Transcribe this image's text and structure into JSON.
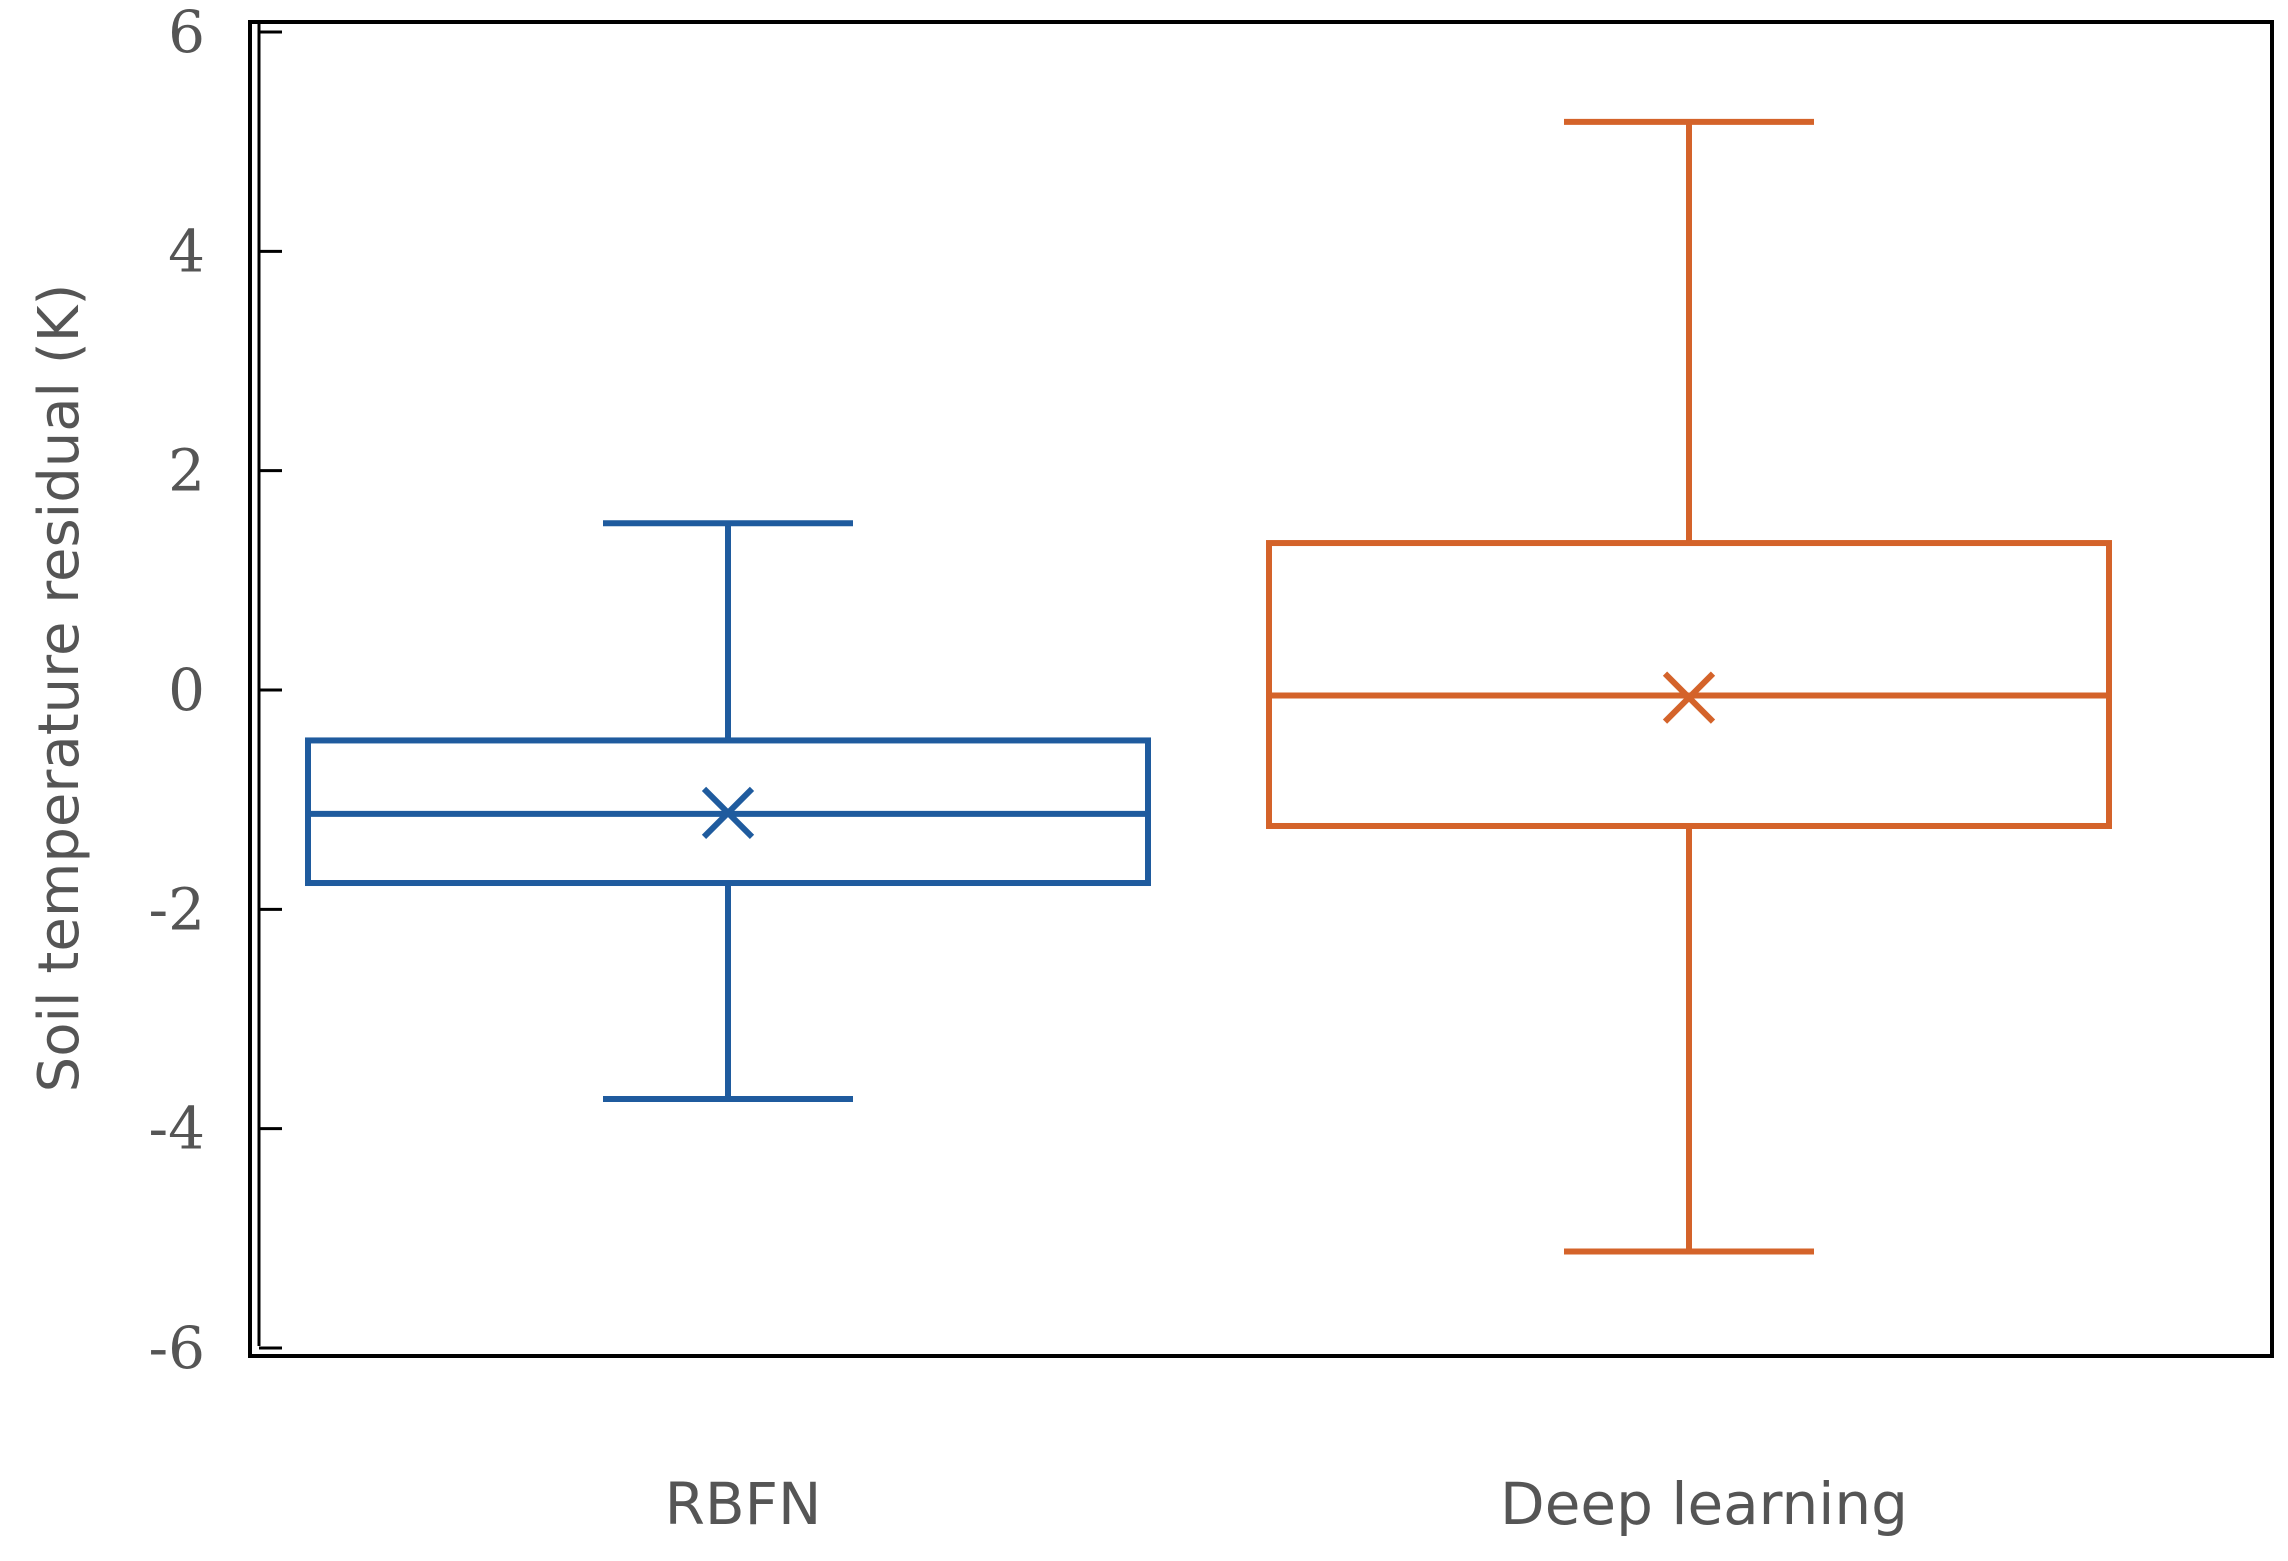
{
  "chart_data": {
    "type": "boxplot",
    "ylabel": "Soil temperature residual (K)",
    "xlabel": "",
    "ylim": [
      -6,
      6
    ],
    "yticks": [
      6,
      4,
      2,
      0,
      -2,
      -4,
      -6
    ],
    "grid": false,
    "categories": [
      "RBFN",
      "Deep learning"
    ],
    "series": [
      {
        "name": "RBFN",
        "color": "#1f5b9e",
        "whisker_high": 1.52,
        "q3": -0.46,
        "median": -1.13,
        "mean": -1.12,
        "q1": -1.76,
        "whisker_low": -3.73
      },
      {
        "name": "Deep learning",
        "color": "#d4632a",
        "whisker_high": 5.18,
        "q3": 1.34,
        "median": -0.05,
        "mean": -0.07,
        "q1": -1.24,
        "whisker_low": -5.12
      }
    ]
  }
}
